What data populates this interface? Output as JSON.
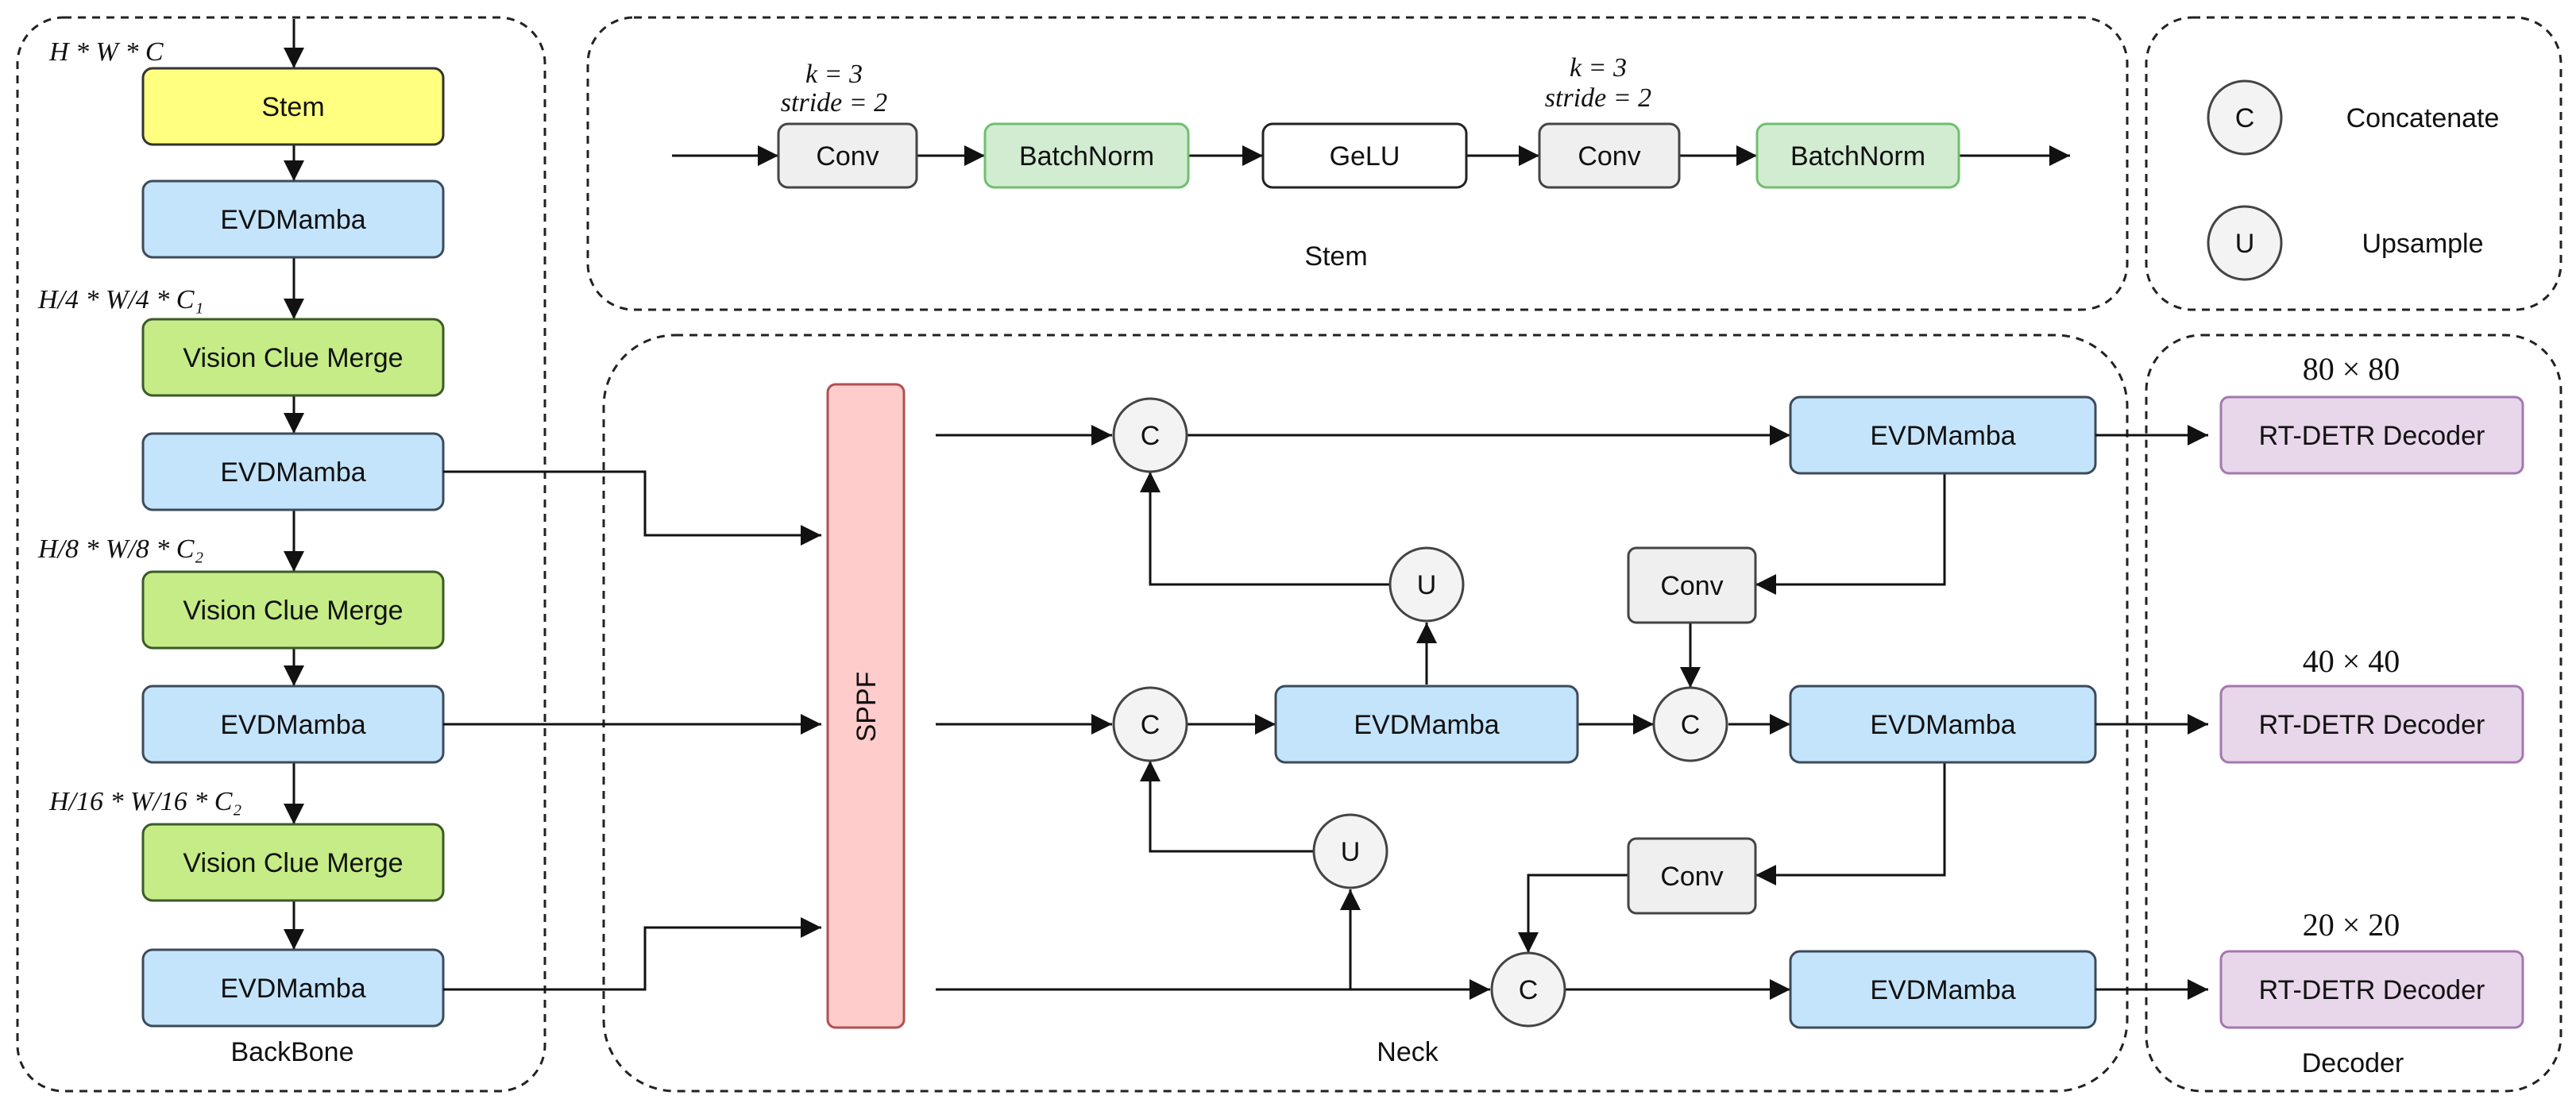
{
  "colors": {
    "stem_fill": "#ffff80",
    "stem_stroke": "#333333",
    "mamba_fill": "#c4e4fc",
    "mamba_stroke": "#3c4b5a",
    "merge_fill": "#c5ec86",
    "merge_stroke": "#3c5a28",
    "batchnorm_fill": "#d2ecd2",
    "batchnorm_stroke": "#6fbf6f",
    "conv_fill": "#efefef",
    "conv_stroke": "#444444",
    "sppf_fill": "#ffcccc",
    "sppf_stroke": "#b05050",
    "decoder_fill": "#e8d6ea",
    "decoder_stroke": "#a478ae",
    "circle_fill": "#f3f3f3"
  },
  "backbone": {
    "section_label": "BackBone",
    "dims": [
      "H * W * C",
      "H/4 * W/4 * C₁",
      "H/8 * W/8 * C₂",
      "H/16 * W/16 * C₂"
    ],
    "blocks": [
      "Stem",
      "EVDMamba",
      "Vision Clue Merge",
      "EVDMamba",
      "Vision Clue Merge",
      "EVDMamba",
      "Vision Clue Merge",
      "EVDMamba"
    ]
  },
  "stem_detail": {
    "section_label": "Stem",
    "params": [
      {
        "k": "k = 3",
        "stride": "stride = 2"
      },
      {
        "k": "k = 3",
        "stride": "stride = 2"
      }
    ],
    "blocks": [
      "Conv",
      "BatchNorm",
      "GeLU",
      "Conv",
      "BatchNorm"
    ]
  },
  "legend": {
    "items": [
      {
        "symbol": "C",
        "label": "Concatenate"
      },
      {
        "symbol": "U",
        "label": "Upsample"
      }
    ]
  },
  "neck": {
    "section_label": "Neck",
    "sppf_label": "SPPF",
    "concat_symbol": "C",
    "upsample_symbol": "U",
    "conv_label": "Conv",
    "mamba_label": "EVDMamba"
  },
  "decoder": {
    "section_label": "Decoder",
    "outputs": [
      {
        "size": "80 × 80",
        "label": "RT-DETR Decoder"
      },
      {
        "size": "40 × 40",
        "label": "RT-DETR Decoder"
      },
      {
        "size": "20 × 20",
        "label": "RT-DETR Decoder"
      }
    ]
  }
}
